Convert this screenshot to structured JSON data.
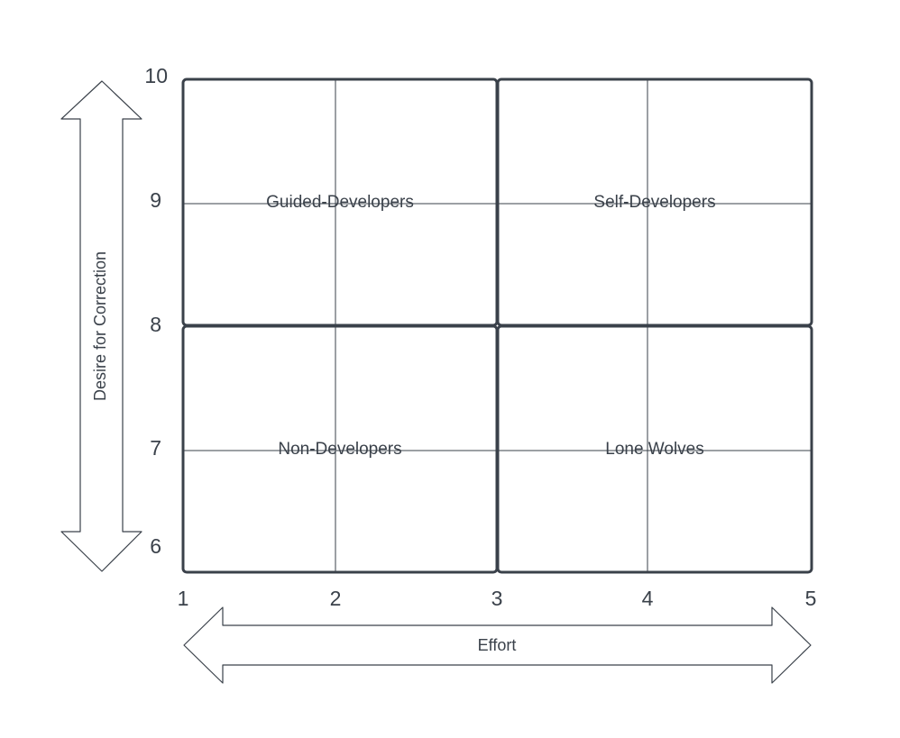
{
  "colors": {
    "stroke": "#3a414a",
    "background": "#ffffff"
  },
  "x_axis": {
    "label": "Effort",
    "ticks": [
      "1",
      "2",
      "3",
      "4",
      "5"
    ]
  },
  "y_axis": {
    "label": "Desire for Correction",
    "ticks": [
      "10",
      "9",
      "8",
      "7",
      "6"
    ]
  },
  "quadrants": [
    {
      "label": "Guided-Developers"
    },
    {
      "label": "Self-Developers"
    },
    {
      "label": "Non-Developers"
    },
    {
      "label": "Lone Wolves"
    }
  ]
}
